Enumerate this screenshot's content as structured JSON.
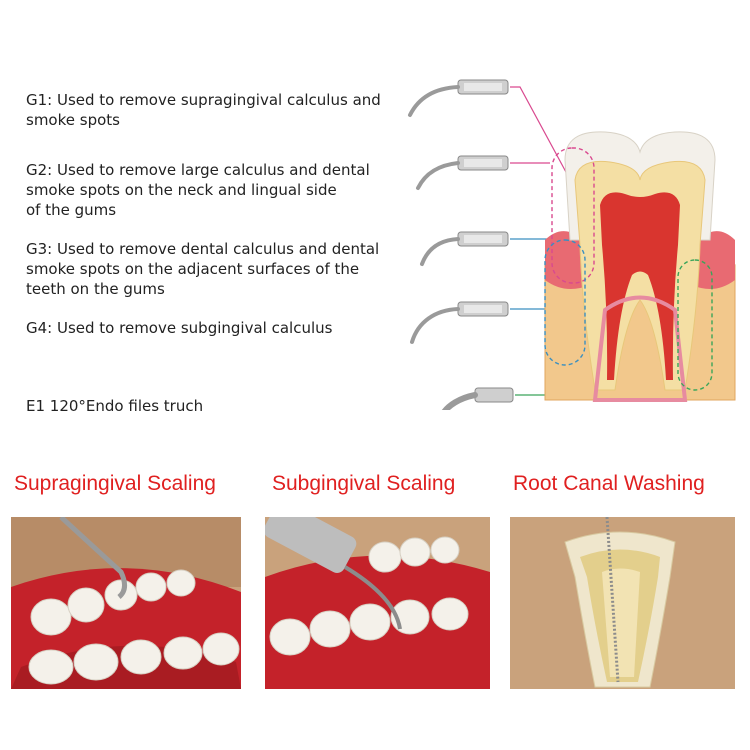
{
  "tips": [
    {
      "id": "G1",
      "text": "G1: Used to remove supragingival calculus and\nsmoke spots",
      "line_color": "#d9498f"
    },
    {
      "id": "G2",
      "text": "G2: Used to remove large calculus and dental\nsmoke spots on the neck and lingual side\nof the gums",
      "line_color": "#d9498f"
    },
    {
      "id": "G3",
      "text": "G3: Used to remove dental calculus and dental\nsmoke spots on the adjacent surfaces of the\nteeth on the gums",
      "line_color": "#3a8fc0"
    },
    {
      "id": "G4",
      "text": "G4: Used to remove subgingival calculus",
      "line_color": "#3a8fc0"
    },
    {
      "id": "E1",
      "text": "E1 120°Endo files truch",
      "line_color": "#3aa55a"
    }
  ],
  "captions": {
    "supragingival": "Supragingival Scaling",
    "subgingival": "Subgingival Scaling",
    "root_canal": "Root Canal Washing"
  },
  "colors": {
    "caption": "#e02020",
    "enamel": "#f3f0ea",
    "dentin": "#f4dfa4",
    "pulp": "#d9352f",
    "gum": "#e86a72",
    "bone": "#f2c88c"
  }
}
